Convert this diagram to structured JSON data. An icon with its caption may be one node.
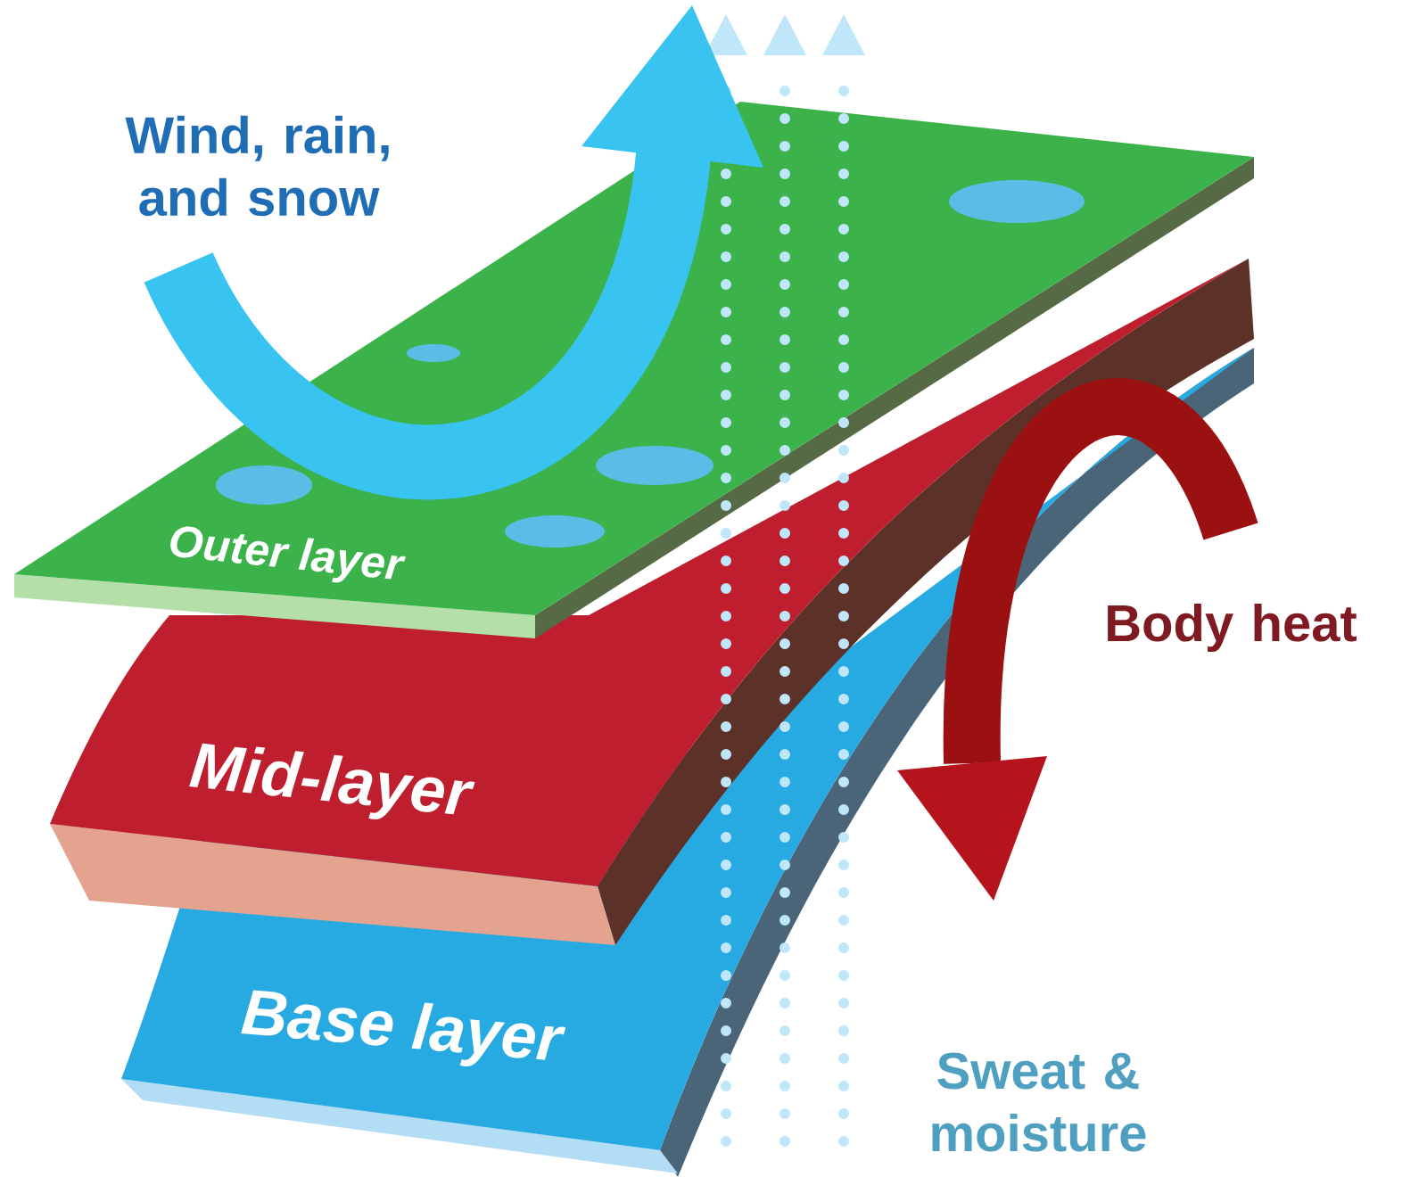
{
  "diagram": {
    "nodes": [
      {
        "text": [
          "Outer layer"
        ]
      },
      {
        "text": [
          "Mid-layer"
        ]
      },
      {
        "text": [
          "Base layer"
        ]
      }
    ],
    "labels": [
      "Wind, rain, and snow",
      "Body heat",
      "Sweat & moisture"
    ]
  }
}
